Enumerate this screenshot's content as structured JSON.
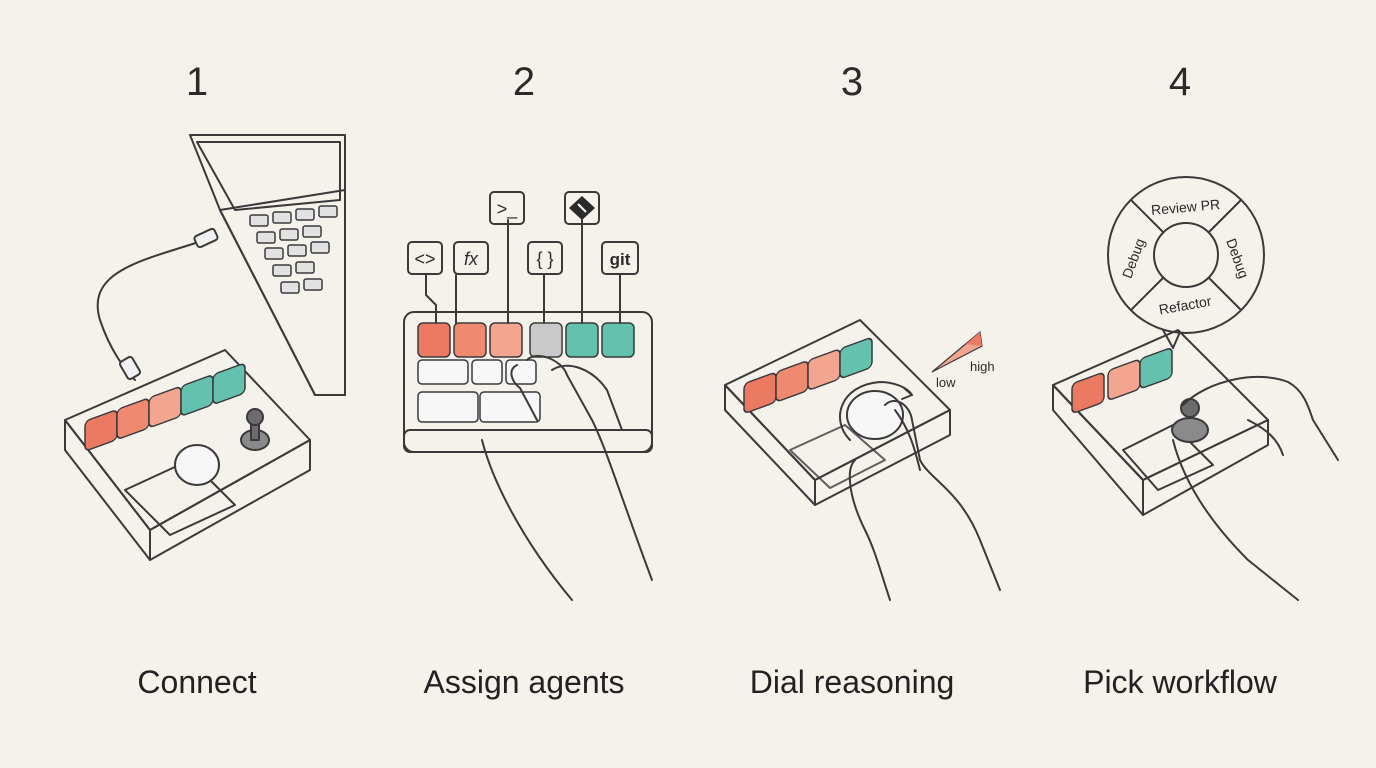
{
  "steps": [
    {
      "number": "1",
      "caption": "Connect"
    },
    {
      "number": "2",
      "caption": "Assign agents"
    },
    {
      "number": "3",
      "caption": "Dial reasoning"
    },
    {
      "number": "4",
      "caption": "Pick workflow"
    }
  ],
  "assign": {
    "icon_labels": [
      "<>",
      "fx",
      ">_",
      "{ }",
      "git-diamond-icon",
      "git"
    ],
    "git_text": "git"
  },
  "dial": {
    "low_label": "low",
    "high_label": "high"
  },
  "workflow": {
    "segments": [
      "Review PR",
      "Debug",
      "Refactor",
      "Debug"
    ]
  },
  "colors": {
    "background": "#f5f2ec",
    "coral": "#ec7a63",
    "coral_light": "#f3a58f",
    "teal": "#63c1ad",
    "device": "#ececec",
    "ink": "#3a3a3a"
  }
}
